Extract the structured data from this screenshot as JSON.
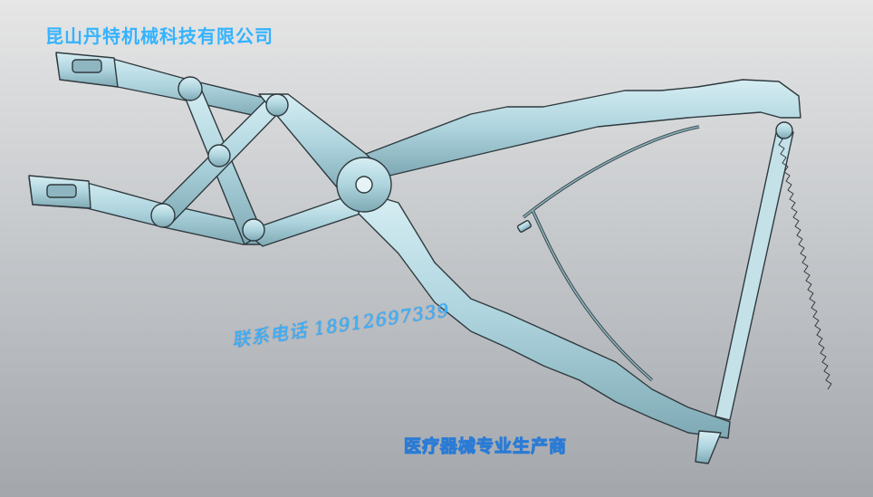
{
  "captions": {
    "company_name": "昆山丹特机械科技有限公司",
    "contact_label": "联系电话",
    "contact_phone": "18912697339",
    "slogan": "医疗器械专业生产商"
  },
  "colors": {
    "metal": "#b9dde6",
    "metal_dark": "#6f9aa6",
    "outline": "#2f3a3e",
    "text_blue": "#33b3ff"
  }
}
